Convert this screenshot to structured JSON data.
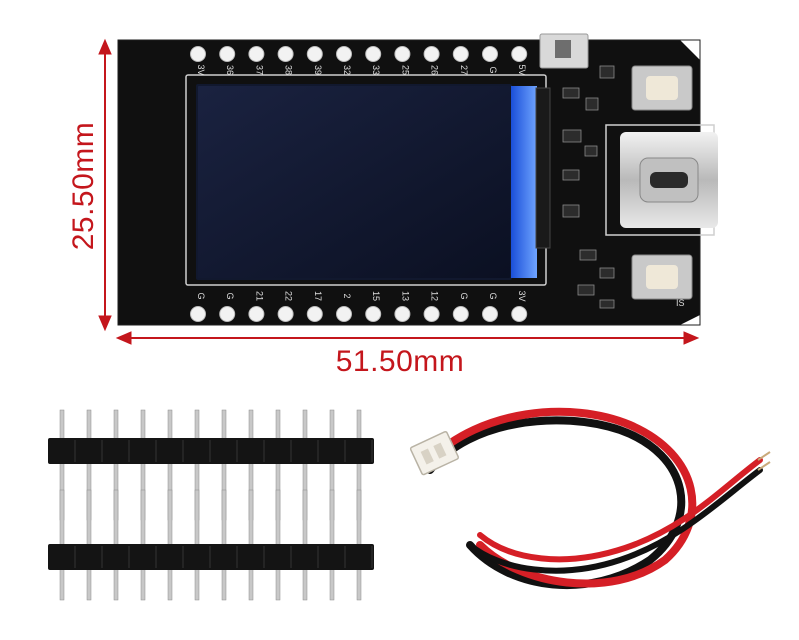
{
  "dimensions": {
    "height_label": "25.50mm",
    "width_label": "51.50mm",
    "accent_color": "#c4161c"
  },
  "board": {
    "top_pins": [
      "3V",
      "36",
      "37",
      "38",
      "39",
      "32",
      "33",
      "25",
      "26",
      "27",
      "G",
      "5V"
    ],
    "bottom_pins": [
      "G",
      "G",
      "21",
      "22",
      "17",
      "2",
      "15",
      "13",
      "12",
      "G",
      "G",
      "3V"
    ],
    "reset_label": "IS",
    "pcb_color": "#101010",
    "screen_color": "#11182e"
  },
  "accessories": {
    "header_strip_pin_count": 12,
    "header_strip_count": 2,
    "cable_colors": [
      "#d51f26",
      "#111111"
    ]
  }
}
